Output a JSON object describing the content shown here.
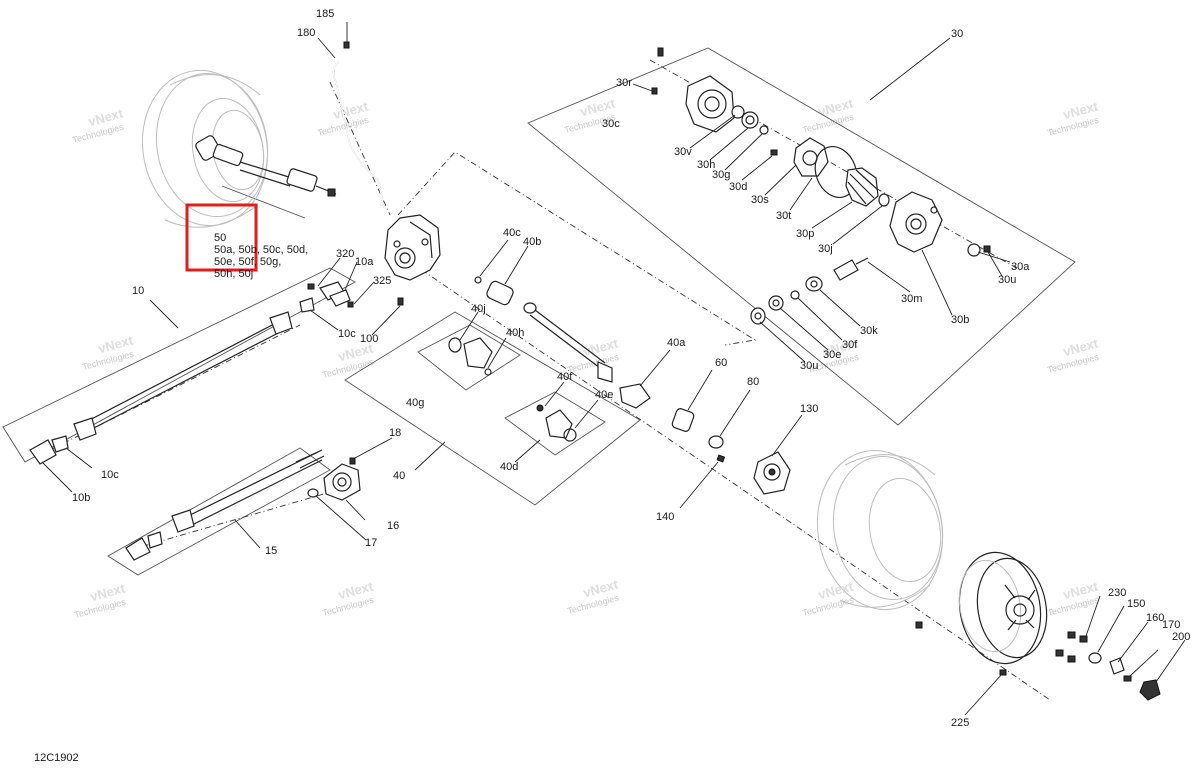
{
  "drawing_code": "12C1902",
  "watermark": {
    "line1": "vNext",
    "line2": "Technologies"
  },
  "highlight_box": {
    "color": "#e01e1e",
    "lines": [
      "50",
      "50a, 50b, 50c, 50d,",
      "50e, 50f, 50g,",
      "50h, 50j"
    ]
  },
  "callouts": {
    "c185": "185",
    "c180": "180",
    "c30": "30",
    "c30r": "30r",
    "c30c": "30c",
    "c30v": "30v",
    "c30h": "30h",
    "c30g": "30g",
    "c30d": "30d",
    "c30s": "30s",
    "c30t": "30t",
    "c30p": "30p",
    "c30j": "30j",
    "c30a": "30a",
    "c30u": "30u",
    "c30m": "30m",
    "c30b": "30b",
    "c30k": "30k",
    "c30f": "30f",
    "c30e": "30e",
    "c30u2": "30u",
    "c320": "320",
    "c10a": "10a",
    "c325": "325",
    "c10": "10",
    "c10c": "10c",
    "c100": "100",
    "c40c": "40c",
    "c40b": "40b",
    "c40j": "40j",
    "c40h": "40h",
    "c40a": "40a",
    "c40g": "40g",
    "c40f": "40f",
    "c40e": "40e",
    "c40d": "40d",
    "c40": "40",
    "c60": "60",
    "c80": "80",
    "c130": "130",
    "c140": "140",
    "c18": "18",
    "c16": "16",
    "c17": "17",
    "c15": "15",
    "c10c2": "10c",
    "c10b": "10b",
    "c230": "230",
    "c150": "150",
    "c160": "160",
    "c170": "170",
    "c200": "200",
    "c225": "225"
  }
}
